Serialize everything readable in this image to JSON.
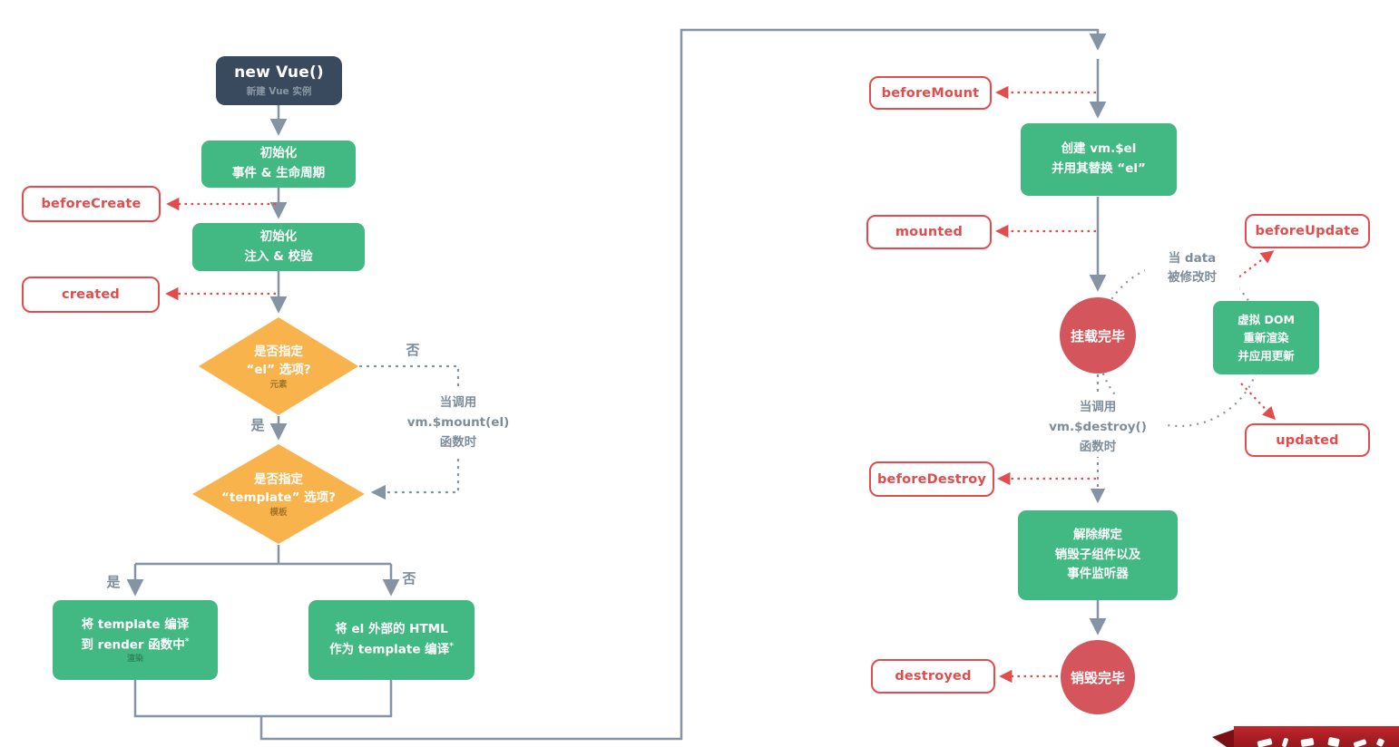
{
  "palette": {
    "navy": "#39495e",
    "green": "#42b983",
    "orange": "#f9b34c",
    "hook_red": "#e34c4c",
    "circle_red": "#d4555c",
    "slate_line": "#8494a4",
    "ribbon_red": "#a01c21"
  },
  "left": {
    "new_vue": {
      "title": "new Vue()",
      "subtitle": "新建 Vue 实例"
    },
    "init_events_box": {
      "line1": "初始化",
      "line2": "事件 & 生命周期"
    },
    "hook_before_create": "beforeCreate",
    "init_injections_box": {
      "line1": "初始化",
      "line2": "注入 & 校验"
    },
    "hook_created": "created",
    "diamond_el": {
      "line1": "是否指定",
      "line2": "“el” 选项?",
      "sub": "元素"
    },
    "label_no_el": "否",
    "label_yes_el": "是",
    "mount_note": {
      "line1": "当调用",
      "line2": "vm.$mount(el)",
      "line3": "函数时"
    },
    "diamond_template": {
      "line1": "是否指定",
      "line2": "“template” 选项?",
      "sub": "模板"
    },
    "label_yes_template": "是",
    "label_no_template": "否",
    "compile_template_box": {
      "line1": "将 template 编译",
      "line2": "到 render 函数中",
      "asterisk": "*",
      "sub": "渲染"
    },
    "compile_el_box": {
      "line1": "将 el 外部的 HTML",
      "line2": "作为 template 编译",
      "asterisk": "*"
    }
  },
  "right": {
    "hook_before_mount": "beforeMount",
    "create_el_box": {
      "line1": "创建  vm.$el",
      "line2": "并用其替换 “el”"
    },
    "hook_mounted": "mounted",
    "mounted_circle": "挂载完毕",
    "data_change_note": {
      "line1": "当 data",
      "line2": "被修改时"
    },
    "hook_before_update": "beforeUpdate",
    "vdom_box": {
      "line1": "虚拟 DOM",
      "line2": "重新渲染",
      "line3": "并应用更新"
    },
    "hook_updated": "updated",
    "destroy_note": {
      "line1": "当调用",
      "line2": "vm.$destroy()",
      "line3": "函数时"
    },
    "hook_before_destroy": "beforeDestroy",
    "teardown_box": {
      "line1": "解除绑定",
      "line2": "销毁子组件以及",
      "line3": "事件监听器"
    },
    "hook_destroyed": "destroyed",
    "destroyed_circle": "销毁完毕"
  }
}
